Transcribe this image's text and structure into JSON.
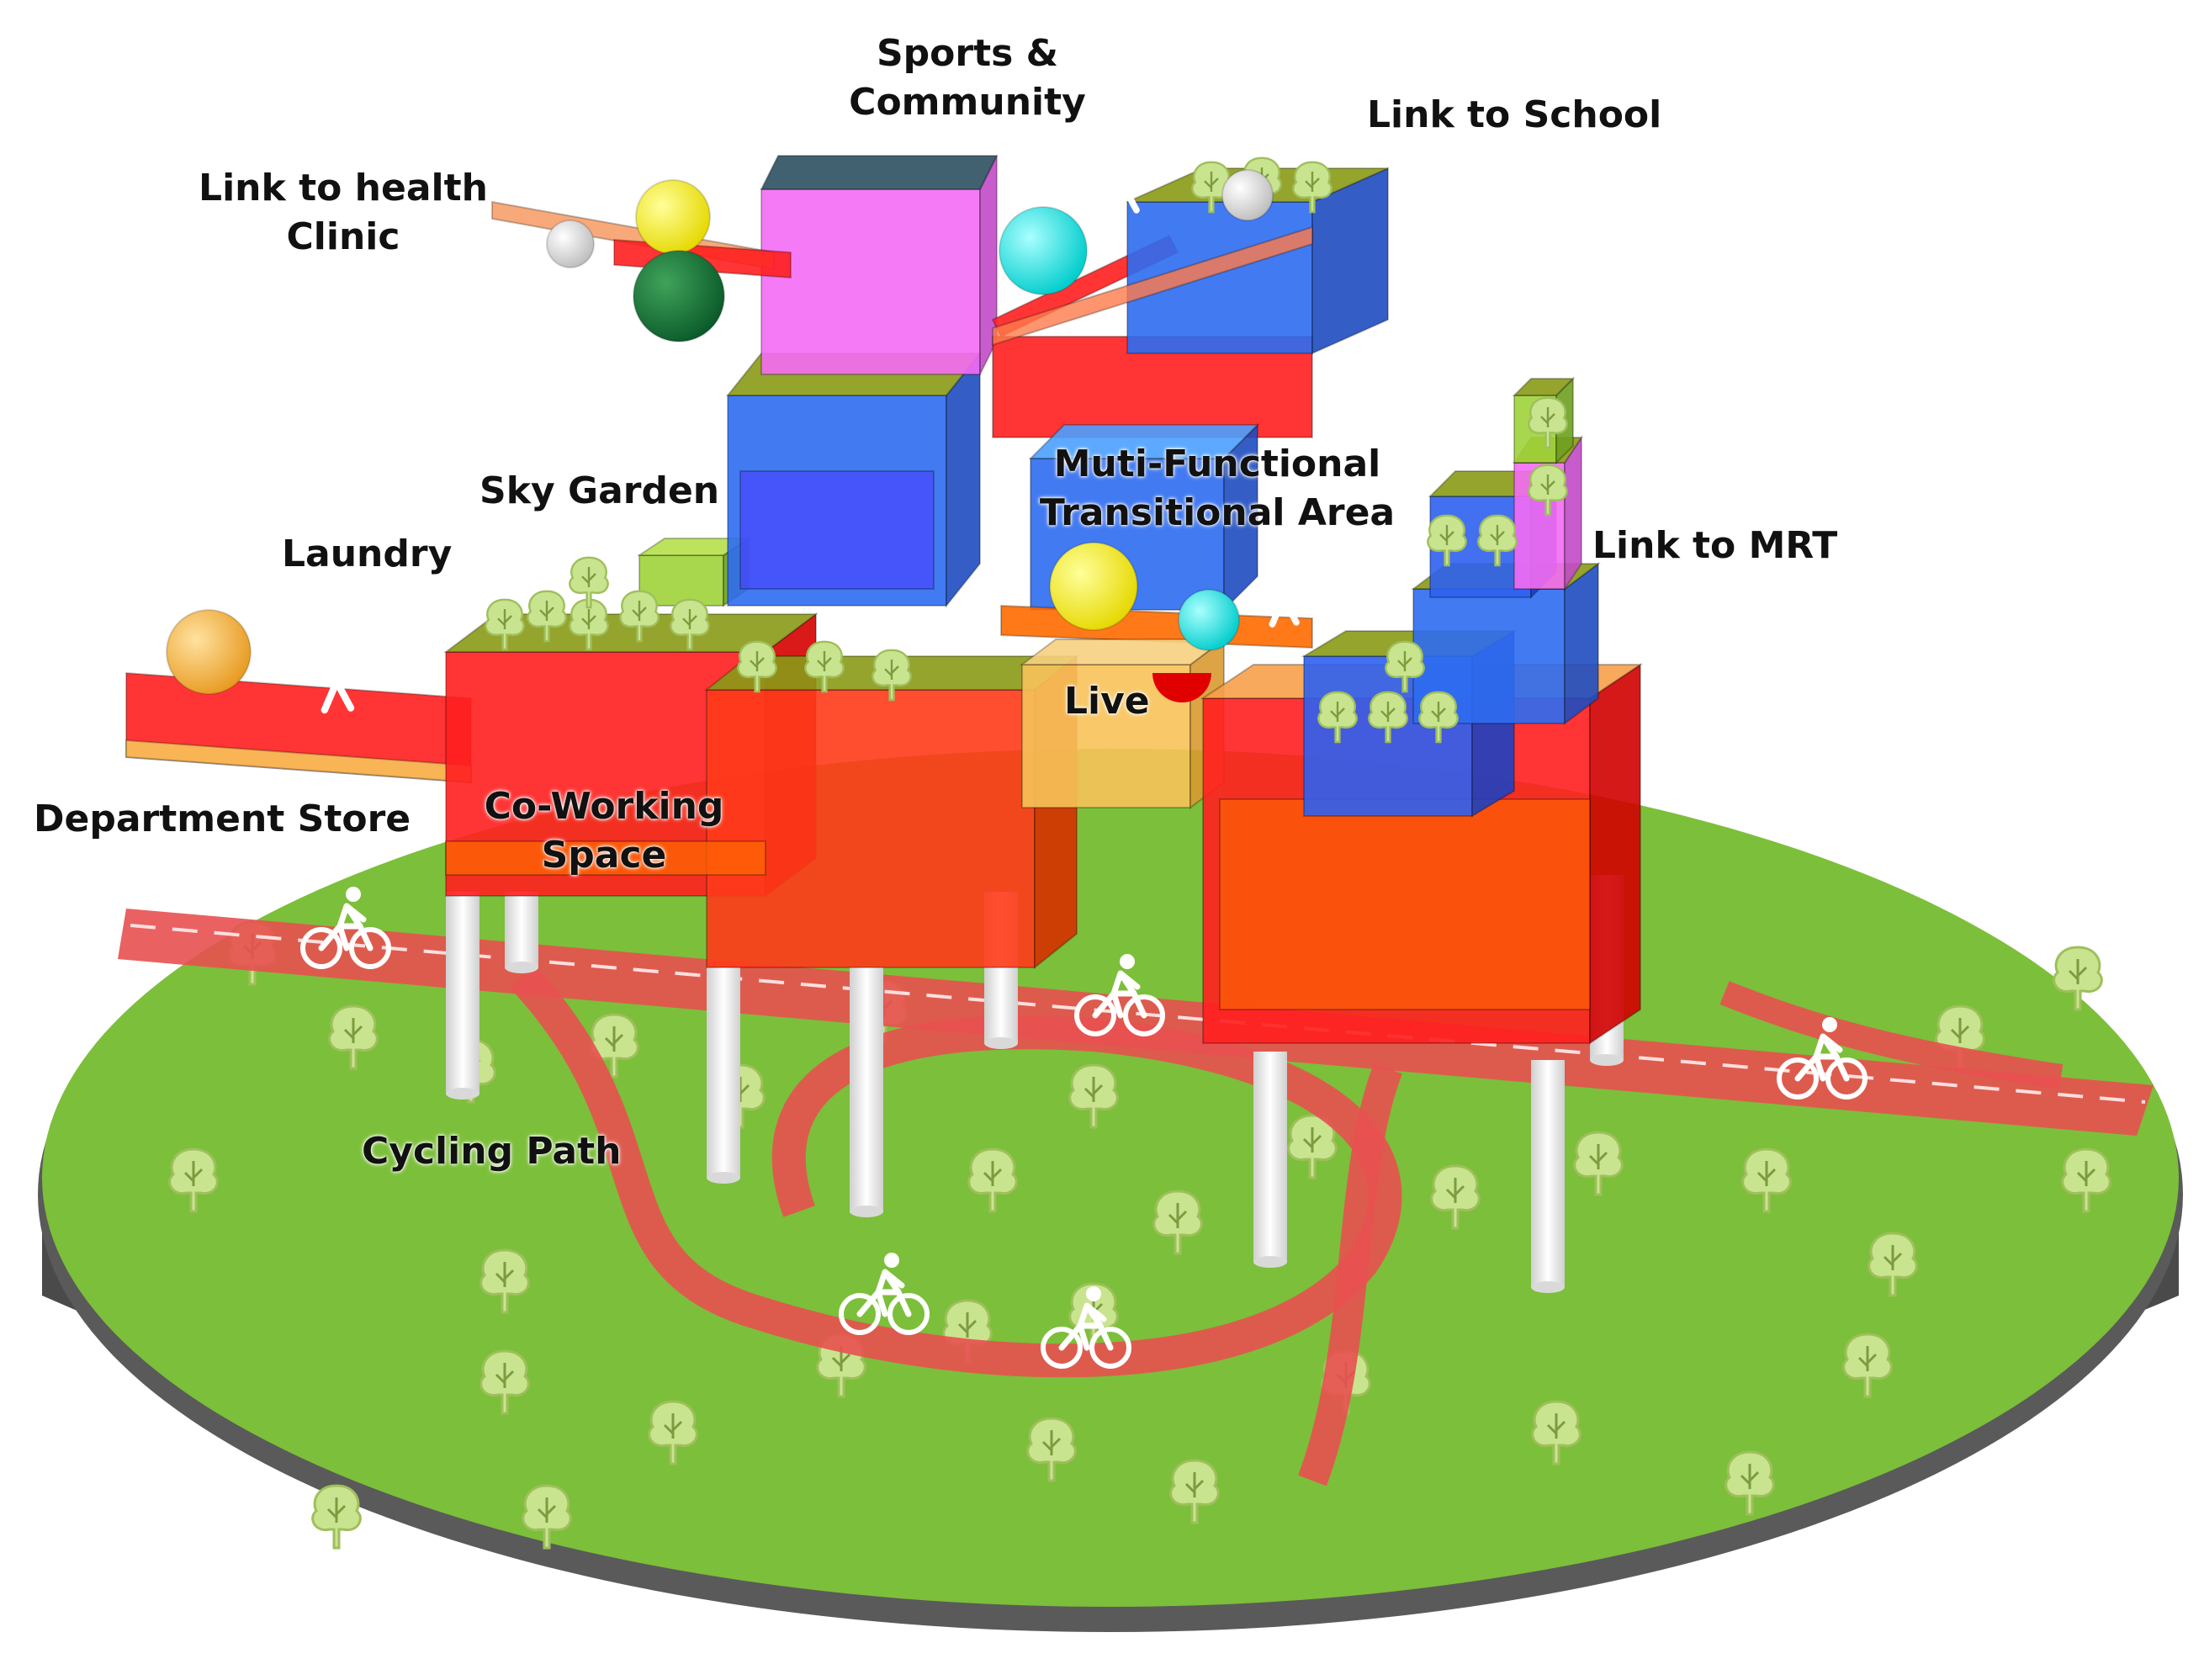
{
  "colors": {
    "ground": "#7cbf3a",
    "base_side": "#4a4a4a",
    "path": "#e85050",
    "module_red": "#ff1f1f",
    "module_blue": "#2d6cf0",
    "module_pink": "#f46cf4",
    "module_yellow": "#f7c259",
    "module_orange": "#ff6a00",
    "roof_garden": "#8a9a16",
    "pillar": "#f2f2f2"
  },
  "icons": [
    "pedestrian-icon",
    "cyclist-icon",
    "tree-icon",
    "sphere-icon"
  ],
  "labels": {
    "sports_community": [
      "Sports &",
      "Community"
    ],
    "link_school": "Link to School",
    "link_health": [
      "Link to health",
      "Clinic"
    ],
    "sky_garden": "Sky Garden",
    "multi_functional": [
      "Muti-Functional",
      "Transitional Area"
    ],
    "link_mrt": "Link to MRT",
    "laundry": "Laundry",
    "live": "Live",
    "department_store": "Department Store",
    "co_working": [
      "Co-Working",
      "Space"
    ],
    "cycling_path": "Cycling Path"
  }
}
